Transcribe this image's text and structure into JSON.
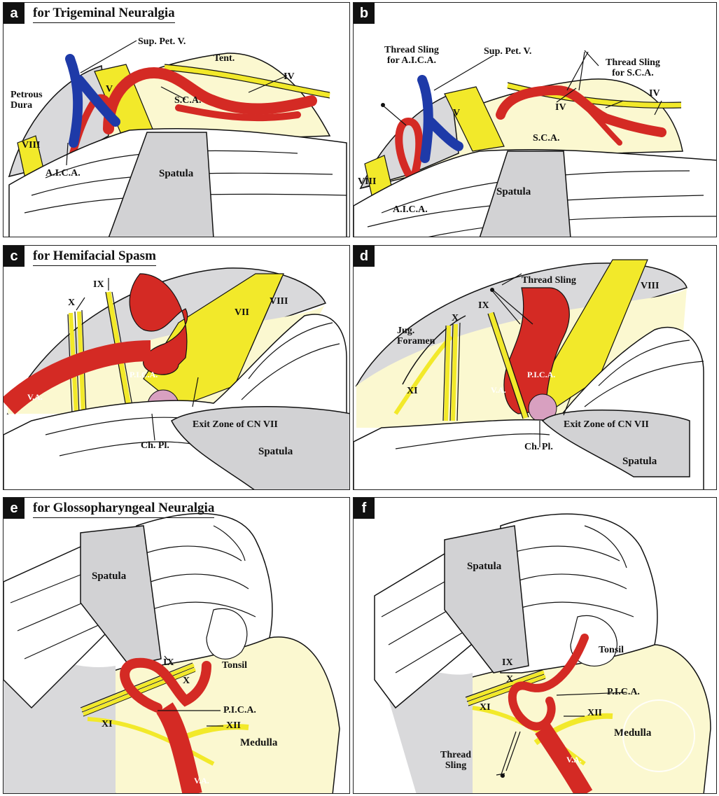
{
  "colors": {
    "artery": "#d42a24",
    "vein": "#1e3aa8",
    "nerve": "#f2e92a",
    "brain": "#fbf8d0",
    "dura": "#d9d9db",
    "spatula": "#d2d2d4",
    "outline": "#111111"
  },
  "panels": {
    "a": {
      "letter": "a",
      "title": "for Trigeminal Neuralgia",
      "labels": {
        "sup_pet_v": "Sup. Pet. V.",
        "tent": "Tent.",
        "petrous_dura": "Petrous\nDura",
        "v": "V",
        "sca": "S.C.A.",
        "iv": "IV",
        "viii": "VIII",
        "aica": "A.I.C.A.",
        "spatula": "Spatula"
      }
    },
    "b": {
      "letter": "b",
      "labels": {
        "thread_sling_aica": "Thread Sling\nfor A.I.C.A.",
        "sup_pet_v": "Sup. Pet. V.",
        "thread_sling_sca": "Thread Sling\nfor S.C.A.",
        "v": "V",
        "iv_inner": "IV",
        "iv": "IV",
        "sca": "S.C.A.",
        "viii": "VIII",
        "aica": "A.I.C.A.",
        "spatula": "Spatula"
      }
    },
    "c": {
      "letter": "c",
      "title": "for Hemifacial Spasm",
      "labels": {
        "ix": "IX",
        "x": "X",
        "vii": "VII",
        "viii": "VIII",
        "pica": "P.I.C.A.",
        "va": "V.A.",
        "exit_zone": "Exit Zone of CN VII",
        "ch_pl": "Ch. Pl.",
        "spatula": "Spatula"
      }
    },
    "d": {
      "letter": "d",
      "labels": {
        "thread_sling": "Thread Sling",
        "viii": "VIII",
        "ix": "IX",
        "x": "X",
        "jug_foramen": "Jug.\nForamen",
        "xi": "XI",
        "pica": "P.I.C.A.",
        "va": "V.A.",
        "exit_zone": "Exit Zone of CN VII",
        "ch_pl": "Ch. Pl.",
        "spatula": "Spatula"
      }
    },
    "e": {
      "letter": "e",
      "title": "for Glossopharyngeal Neuralgia",
      "labels": {
        "spatula": "Spatula",
        "ix": "IX",
        "tonsil": "Tonsil",
        "x": "X",
        "pica": "P.I.C.A.",
        "xi": "XI",
        "xii": "XII",
        "medulla": "Medulla",
        "va": "V.A."
      }
    },
    "f": {
      "letter": "f",
      "labels": {
        "spatula": "Spatula",
        "tonsil": "Tonsil",
        "ix": "IX",
        "x": "X",
        "pica": "P.I.C.A.",
        "xi": "XI",
        "xii": "XII",
        "medulla": "Medulla",
        "thread_sling": "Thread\nSling",
        "va": "V.A."
      }
    }
  }
}
